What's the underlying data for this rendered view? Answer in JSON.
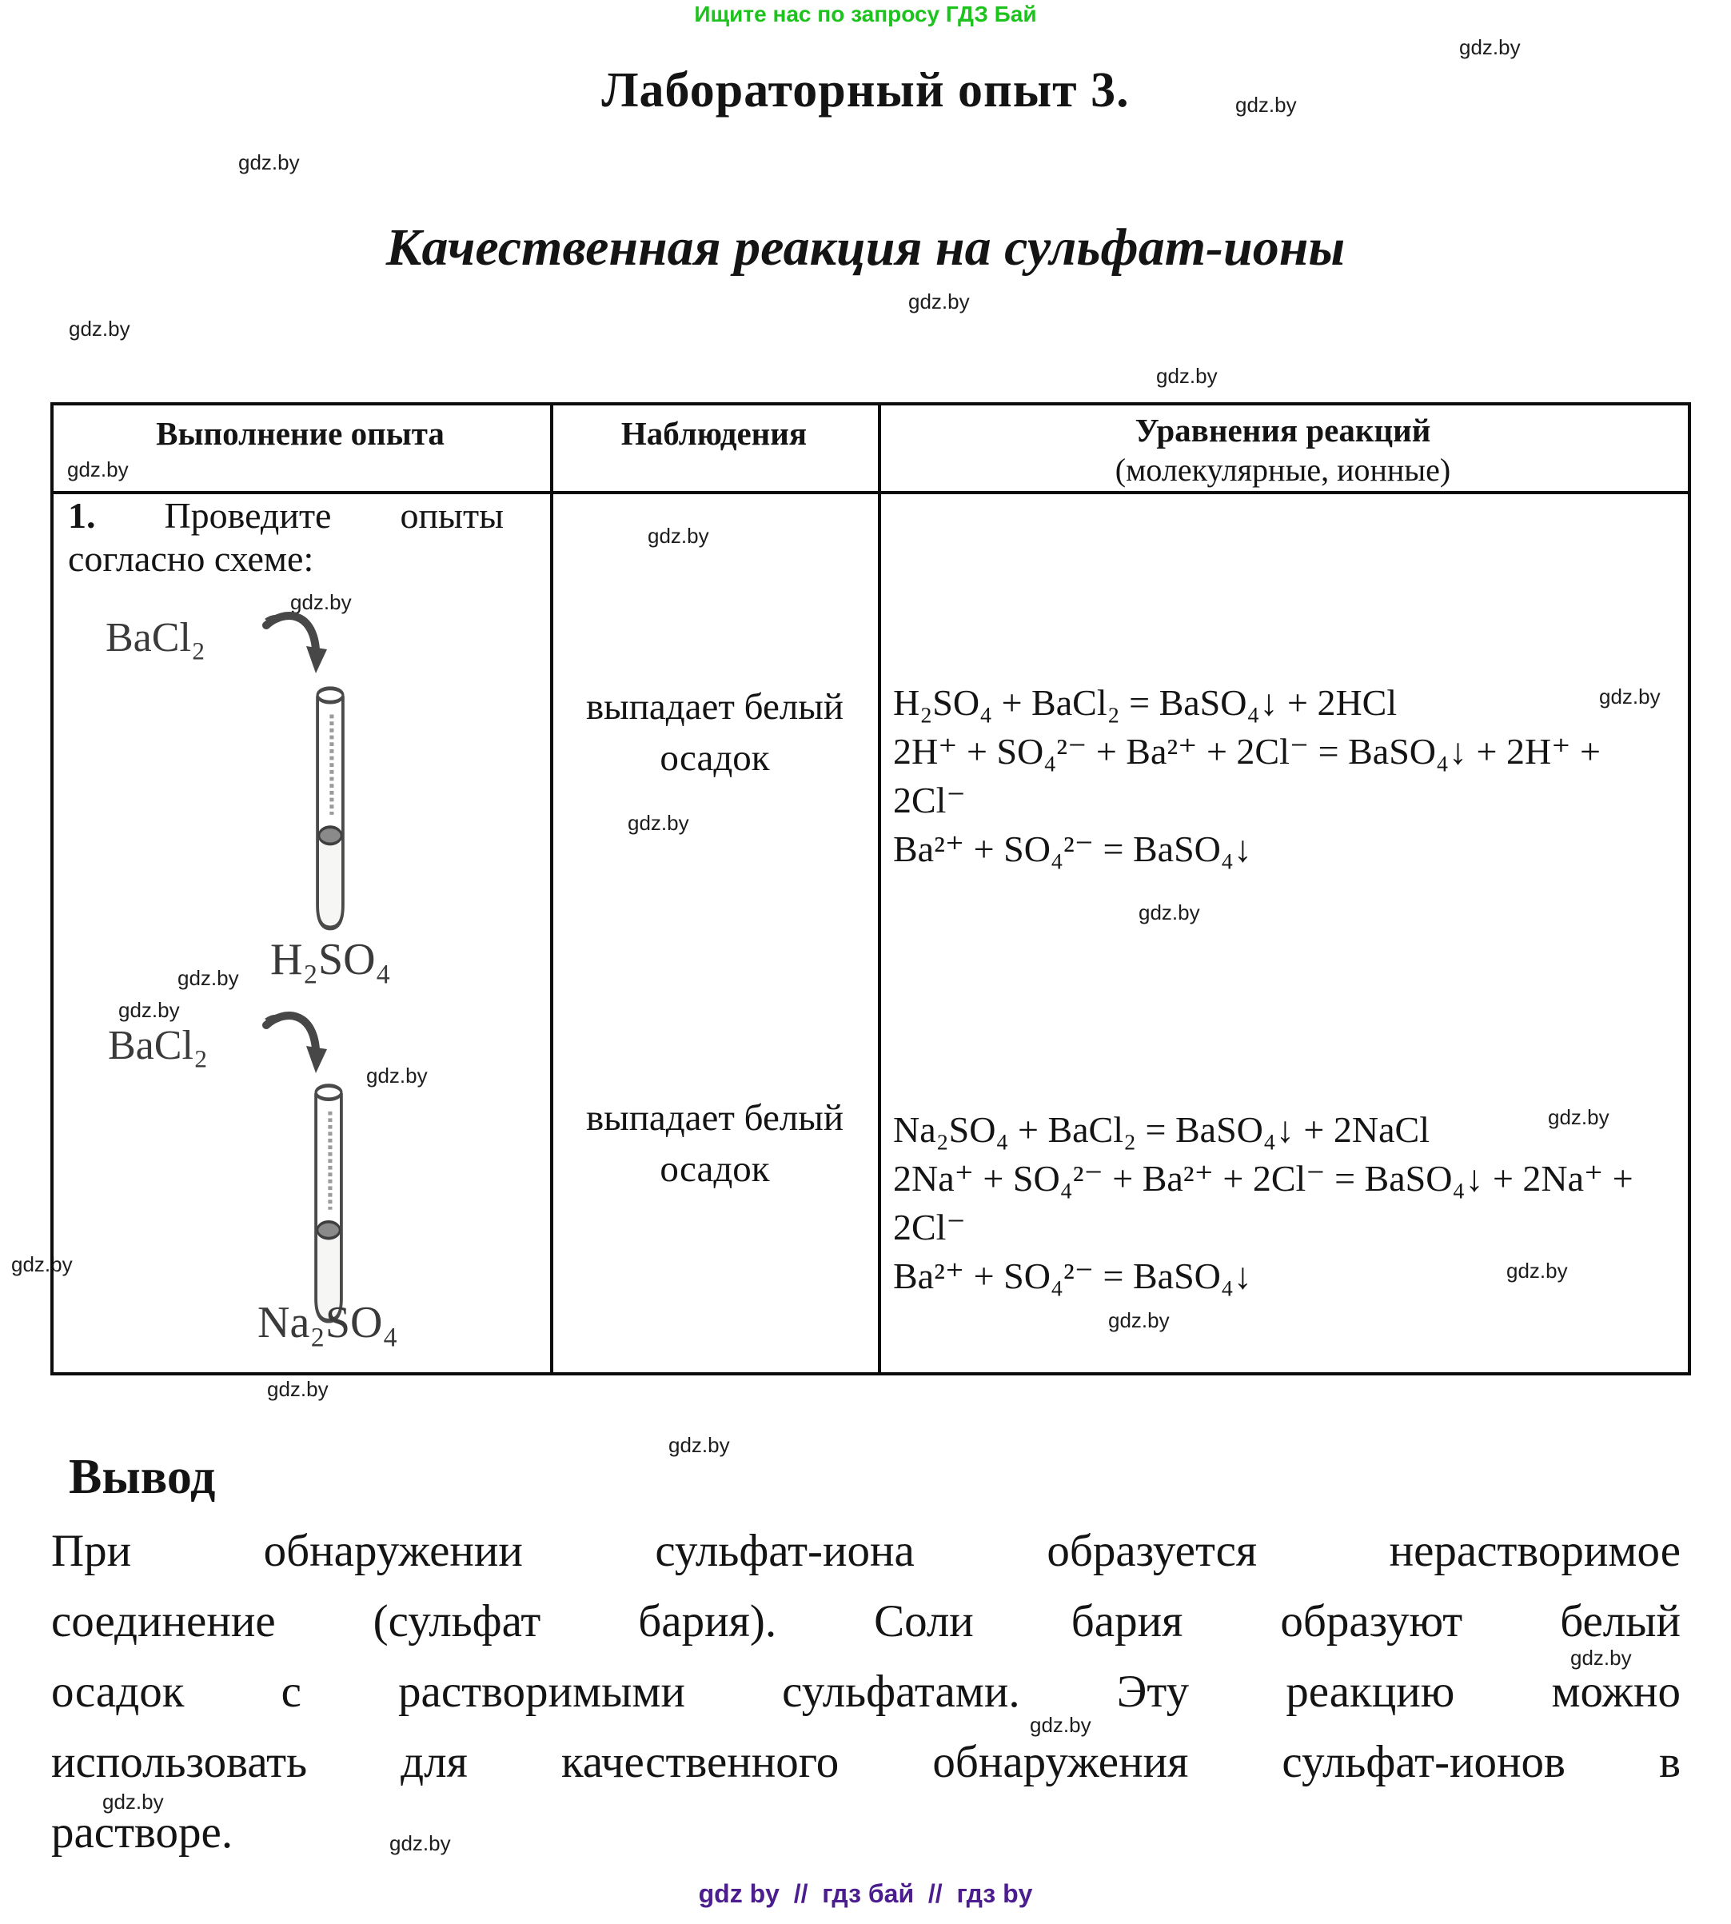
{
  "promo": "Ищите нас по запросу ГДЗ Бай",
  "watermark": {
    "label": "gdz.by"
  },
  "header": {
    "title": "Лабораторный опыт 3.",
    "subtitle": "Качественная реакция на сульфат-ионы"
  },
  "table": {
    "col1_header": "Выполнение опыта",
    "col2_header": "Наблюдения",
    "col3_header_line1": "Уравнения реакций",
    "col3_header_line2": "(молекулярные, ионные)",
    "step": {
      "number": "1.",
      "word1": "Проведите",
      "word2": "опыты",
      "line2": "согласно схеме:"
    },
    "diagram1": {
      "reagent": "BaCl₂",
      "solution": "H₂SO₄"
    },
    "diagram2": {
      "reagent": "BaCl₂",
      "solution": "Na₂SO₄"
    },
    "observation1": {
      "line1": "выпадает белый",
      "line2": "осадок"
    },
    "observation2": {
      "line1": "выпадает белый",
      "line2": "осадок"
    },
    "equations1": {
      "line1": "H₂SO₄ + BaCl₂ = BaSO₄↓ + 2HCl",
      "line2": "2H⁺ + SO₄²⁻ + Ba²⁺ + 2Cl⁻ = BaSO₄↓ + 2H⁺ +",
      "line3": "2Cl⁻",
      "line4": "Ba²⁺ + SO₄²⁻ = BaSO₄↓"
    },
    "equations2": {
      "line1": "Na₂SO₄ + BaCl₂ = BaSO₄↓ + 2NaCl",
      "line2": "2Na⁺ + SO₄²⁻ + Ba²⁺ + 2Cl⁻ = BaSO₄↓ + 2Na⁺ +",
      "line3": "2Cl⁻",
      "line4": "Ba²⁺ + SO₄²⁻ = BaSO₄↓"
    }
  },
  "conclusion": {
    "heading": "Вывод",
    "line1": "При обнаружении сульфат-иона образуется нерастворимое",
    "line2": "соединение (сульфат бария). Соли бария образуют белый",
    "line3": "осадок с растворимыми сульфатами. Эту реакцию можно",
    "line4": "использовать для качественного обнаружения сульфат-ионов в",
    "line5": "растворе."
  },
  "footer": {
    "label": "gdz by  //  гдз бай  //  гдз by"
  },
  "colors": {
    "promo_green": "#1dc31d",
    "footer_purple": "#4b1d8f",
    "text_black": "#141414",
    "diagram_gray": "#3a3a3a"
  }
}
